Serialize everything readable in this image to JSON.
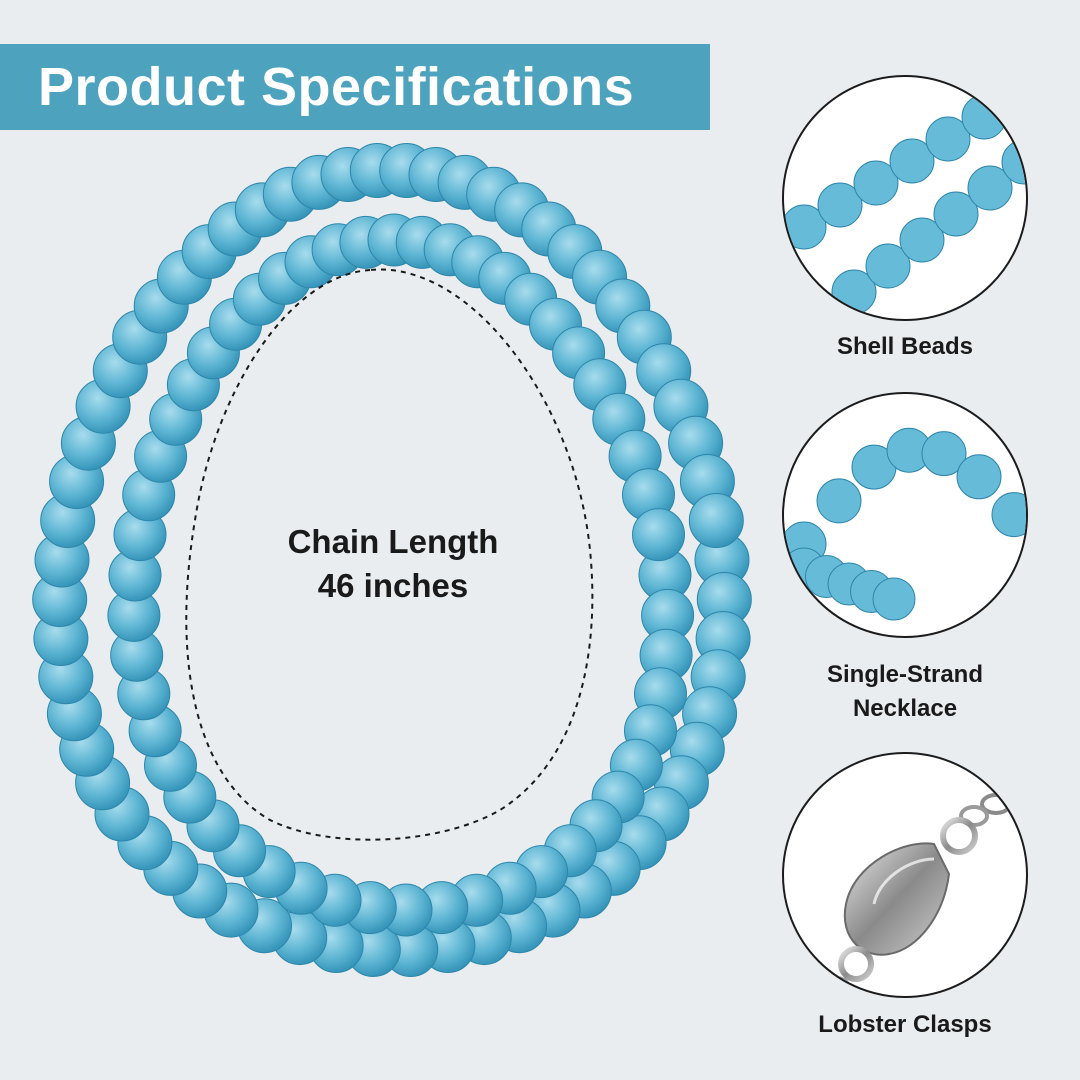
{
  "header": {
    "title": "Product Specifications"
  },
  "main": {
    "chain_length_line1": "Chain Length",
    "chain_length_line2": "46 inches"
  },
  "features": [
    {
      "label": "Shell Beads",
      "icon": "shell-beads-closeup"
    },
    {
      "label_line1": "Single-Strand",
      "label_line2": "Necklace",
      "icon": "single-strand-closeup"
    },
    {
      "label": "Lobster Clasps",
      "icon": "lobster-clasp-closeup"
    }
  ],
  "colors": {
    "banner": "#4da3be",
    "background": "#e9edf0",
    "bead": "#5fb6d4",
    "bead_dark": "#2f8fb5",
    "text": "#1a1a1a"
  }
}
